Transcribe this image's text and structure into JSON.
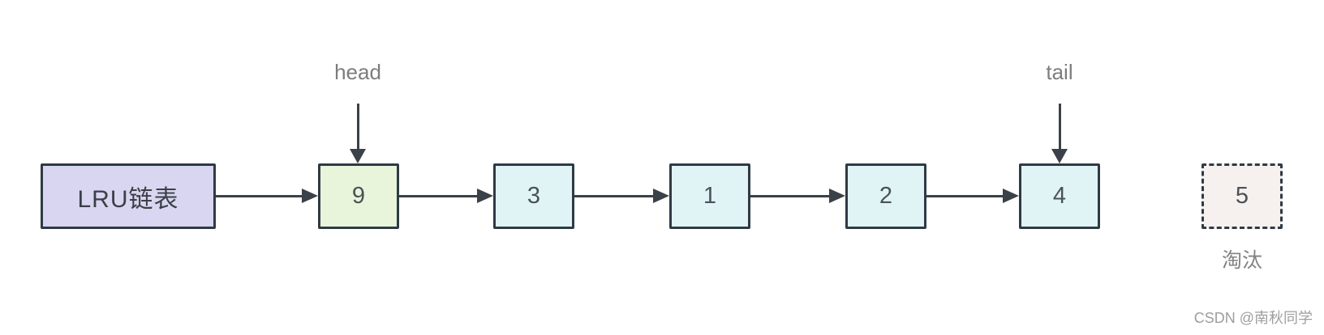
{
  "diagram": {
    "label_box_text": "LRU链表",
    "head_label": "head",
    "tail_label": "tail",
    "nodes": [
      {
        "value": "9"
      },
      {
        "value": "3"
      },
      {
        "value": "1"
      },
      {
        "value": "2"
      },
      {
        "value": "4"
      }
    ],
    "evicted": {
      "value": "5",
      "caption": "淘汰"
    },
    "watermark": "CSDN @南秋同学",
    "colors": {
      "label_box_fill": "#d9d6f1",
      "head_node_fill": "#e9f5da",
      "node_fill": "#e0f4f6",
      "evicted_node_fill": "#f6f0ee",
      "box_border": "#2e3a44",
      "arrow": "#3a4148",
      "pointer_text": "#7d7d7d",
      "caption_text": "#828282",
      "watermark_text": "#9e9e9e",
      "background": "#ffffff"
    }
  }
}
